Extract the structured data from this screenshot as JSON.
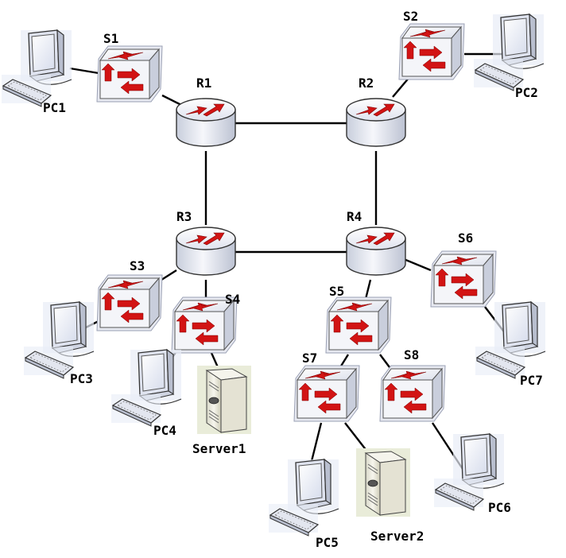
{
  "labels": {
    "r1": "R1",
    "r2": "R2",
    "r3": "R3",
    "r4": "R4",
    "s1": "S1",
    "s2": "S2",
    "s3": "S3",
    "s4": "S4",
    "s5": "S5",
    "s6": "S6",
    "s7": "S7",
    "s8": "S8",
    "pc1": "PC1",
    "pc2": "PC2",
    "pc3": "PC3",
    "pc4": "PC4",
    "pc5": "PC5",
    "pc6": "PC6",
    "pc7": "PC7",
    "server1": "Server1",
    "server2": "Server2"
  },
  "colors": {
    "arrow": "#d21414",
    "device_light": "#eef0f6",
    "device_dark": "#c5cad8",
    "server_body": "#f3f1e8",
    "line": "#000000"
  },
  "icons": {
    "router": "router-icon",
    "switch": "switch-icon",
    "pc": "pc-icon",
    "server": "server-icon"
  }
}
